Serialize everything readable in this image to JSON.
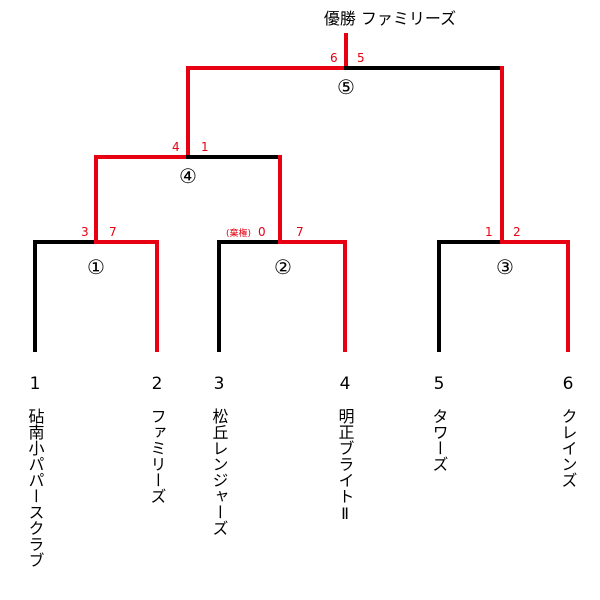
{
  "title": "優勝 ファミリーズ",
  "teams": [
    {
      "seed": "1",
      "name": "砧南小パパースクラブ"
    },
    {
      "seed": "2",
      "name": "ファミリーズ"
    },
    {
      "seed": "3",
      "name": "松丘レンジャーズ"
    },
    {
      "seed": "4",
      "name": "明正ブライトⅡ"
    },
    {
      "seed": "5",
      "name": "タワーズ"
    },
    {
      "seed": "6",
      "name": "クレインズ"
    }
  ],
  "matches": [
    {
      "label": "①",
      "left_score": "3",
      "right_score": "7"
    },
    {
      "label": "②",
      "left_score": "0",
      "left_note": "(棄権)",
      "right_score": "7"
    },
    {
      "label": "③",
      "left_score": "1",
      "right_score": "2"
    },
    {
      "label": "④",
      "left_score": "4",
      "right_score": "1"
    },
    {
      "label": "⑤",
      "left_score": "6",
      "right_score": "5"
    }
  ],
  "colors": {
    "winner": "#e60012",
    "loser": "#000000"
  }
}
